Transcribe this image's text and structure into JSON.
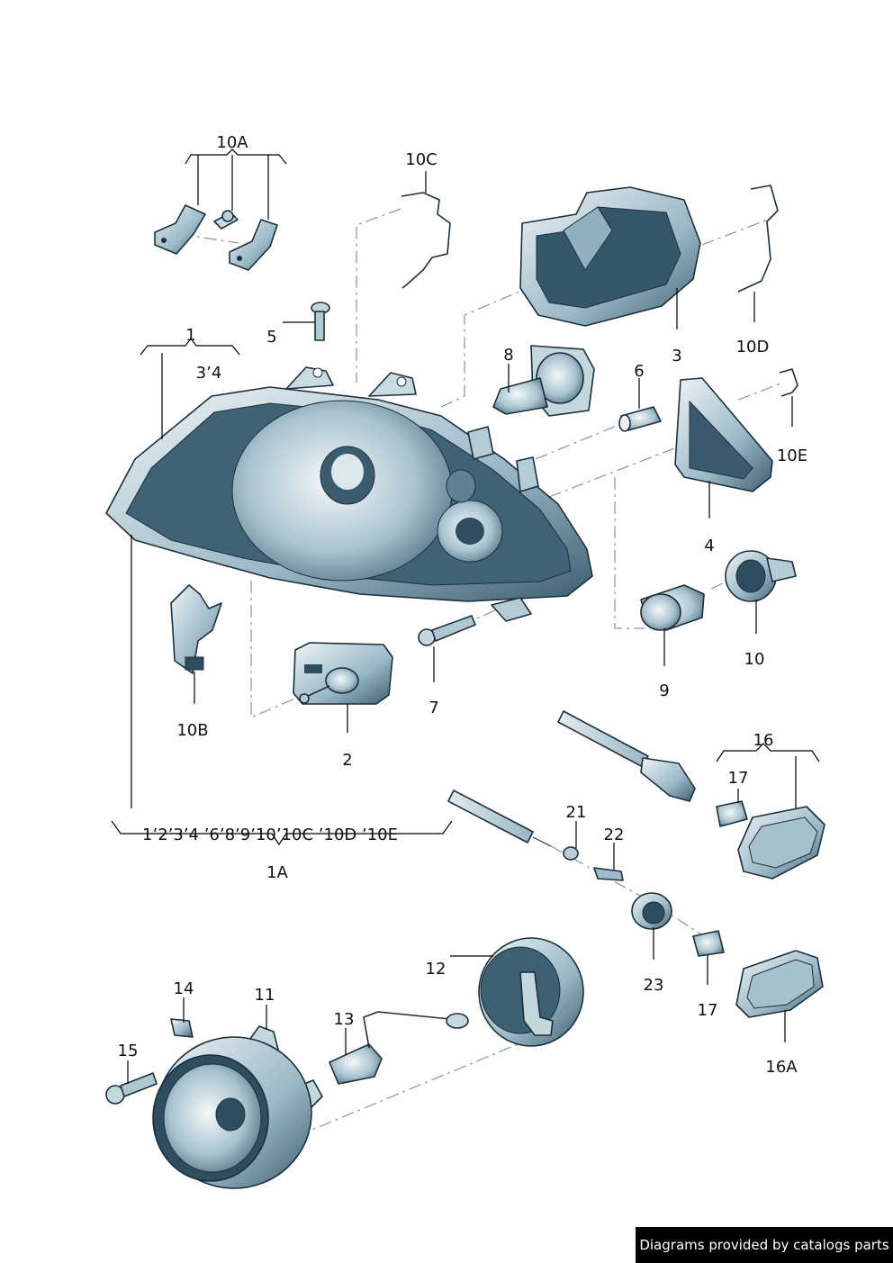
{
  "callouts": {
    "c10A": "10A",
    "c10C": "10C",
    "c1": "1",
    "c1sub": "3’4",
    "c5": "5",
    "c8": "8",
    "c6": "6",
    "c3": "3",
    "c10D": "10D",
    "c10E": "10E",
    "c4": "4",
    "c10": "10",
    "c9": "9",
    "c7": "7",
    "c10B": "10B",
    "c2": "2",
    "c1Alist": "1’2’3’4 ’6’8’9’10’10C ’10D ’10E",
    "c1A": "1A",
    "c16": "16",
    "c17a": "17",
    "c21": "21",
    "c22": "22",
    "c23": "23",
    "c17b": "17",
    "c12": "12",
    "c14": "14",
    "c11": "11",
    "c13": "13",
    "c15": "15",
    "c16A": "16A"
  },
  "colors": {
    "part_fill_light": "#e6f0f2",
    "part_fill_mid": "#9fbccb",
    "part_fill_dark": "#2e4e60",
    "dash_line": "#7d97a8",
    "credit_bg": "#000000",
    "credit_text": "#ffffff"
  },
  "credit": "Diagrams provided by catalogs parts"
}
